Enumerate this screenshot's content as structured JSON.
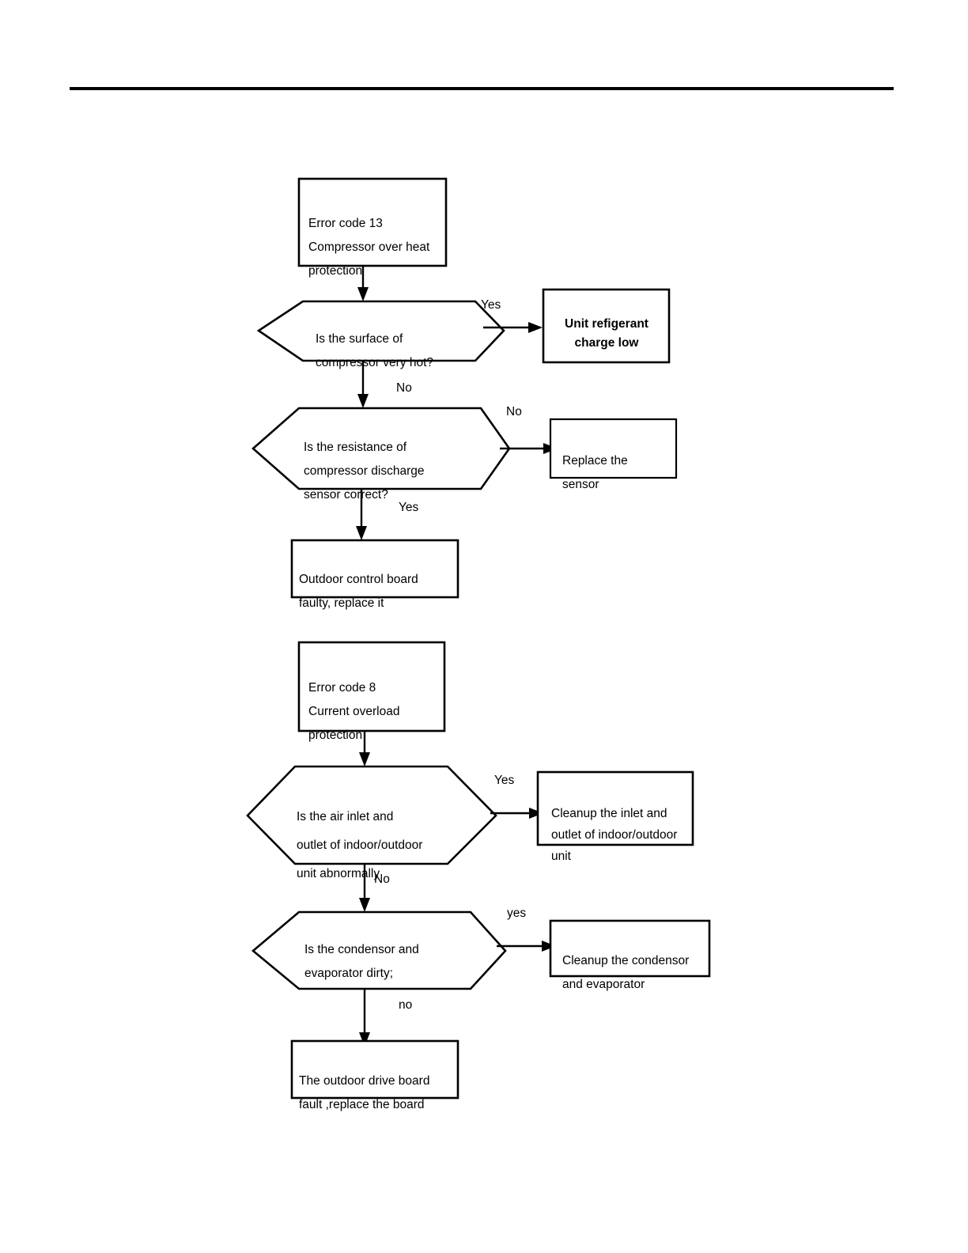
{
  "document": {
    "type": "troubleshooting-flowchart-page",
    "has_top_rule": true
  },
  "chart_data": {
    "type": "flowchart",
    "title": "",
    "flowcharts": [
      {
        "id": "error-code-13",
        "nodes": [
          {
            "id": "start13",
            "shape": "process",
            "lines": [
              "Error code 13",
              "Compressor over heat",
              "protection"
            ],
            "align": "left"
          },
          {
            "id": "dec13a",
            "shape": "decision",
            "lines": [
              "Is   the   surface   of",
              "compressor very hot?"
            ],
            "align": "justify"
          },
          {
            "id": "out13a",
            "shape": "process",
            "lines": [
              "Unit refigerant",
              "charge low"
            ],
            "align": "center",
            "bold": true
          },
          {
            "id": "dec13b",
            "shape": "decision",
            "lines": [
              "Is   the   resistance   of",
              "compressor    discharge",
              "sensor correct?"
            ],
            "align": "justify"
          },
          {
            "id": "out13b",
            "shape": "process",
            "lines": [
              "Replace the",
              "sensor"
            ],
            "align": "left"
          },
          {
            "id": "end13",
            "shape": "process",
            "lines": [
              "Outdoor    control    board",
              "faulty, replace it"
            ],
            "align": "justify"
          }
        ],
        "edges": [
          {
            "from": "start13",
            "to": "dec13a",
            "label": ""
          },
          {
            "from": "dec13a",
            "to": "out13a",
            "label": "Yes"
          },
          {
            "from": "dec13a",
            "to": "dec13b",
            "label": "No"
          },
          {
            "from": "dec13b",
            "to": "out13b",
            "label": "No"
          },
          {
            "from": "dec13b",
            "to": "end13",
            "label": "Yes"
          }
        ]
      },
      {
        "id": "error-code-8",
        "nodes": [
          {
            "id": "start8",
            "shape": "process",
            "lines": [
              "Error code 8",
              "Current overload",
              "protection"
            ],
            "align": "left"
          },
          {
            "id": "dec8a",
            "shape": "decision",
            "lines": [
              "Is the air inlet and",
              "outlet of indoor/outdoor",
              "unit abnormally"
            ],
            "align": "left"
          },
          {
            "id": "out8a",
            "shape": "process",
            "lines": [
              "Cleanup the inlet and",
              "outlet of indoor/outdoor",
              "unit"
            ],
            "align": "left"
          },
          {
            "id": "dec8b",
            "shape": "decision",
            "lines": [
              "Is   the   condensor   and",
              "evaporator dirty;"
            ],
            "align": "justify"
          },
          {
            "id": "out8b",
            "shape": "process",
            "lines": [
              "Cleanup the condensor",
              "and evaporator"
            ],
            "align": "left"
          },
          {
            "id": "end8",
            "shape": "process",
            "lines": [
              "The  outdoor  drive  board",
              "fault ,replace the board"
            ],
            "align": "justify"
          }
        ],
        "edges": [
          {
            "from": "start8",
            "to": "dec8a",
            "label": ""
          },
          {
            "from": "dec8a",
            "to": "out8a",
            "label": "Yes"
          },
          {
            "from": "dec8a",
            "to": "dec8b",
            "label": "No"
          },
          {
            "from": "dec8b",
            "to": "out8b",
            "label": "yes"
          },
          {
            "from": "dec8b",
            "to": "end8",
            "label": "no"
          }
        ]
      }
    ],
    "colors": {
      "stroke": "#000000",
      "fill": "#ffffff",
      "text": "#000000"
    }
  },
  "nodes": {
    "start13": {
      "l1": "Error code 13",
      "l2": "Compressor over heat",
      "l3": "protection"
    },
    "dec13a": {
      "l1": "Is   the   surface   of",
      "l2": "compressor very hot?"
    },
    "out13a": {
      "l1": "Unit refigerant",
      "l2": "charge low"
    },
    "dec13b": {
      "l1": "Is   the   resistance   of",
      "l2": "compressor    discharge",
      "l3": "sensor correct?"
    },
    "out13b": {
      "l1": "Replace the",
      "l2": "sensor"
    },
    "end13": {
      "l1": "Outdoor    control    board",
      "l2": "faulty, replace it"
    },
    "start8": {
      "l1": "Error code 8",
      "l2": "Current overload",
      "l3": "protection"
    },
    "dec8a": {
      "l1": "Is the air inlet and",
      "l2": "outlet of indoor/outdoor",
      "l3": "unit abnormally"
    },
    "out8a": {
      "l1": "Cleanup the inlet and",
      "l2": "outlet of indoor/outdoor",
      "l3": "unit"
    },
    "dec8b": {
      "l1": "Is   the   condensor   and",
      "l2": "evaporator dirty;"
    },
    "out8b": {
      "l1": "Cleanup the condensor",
      "l2": "and evaporator"
    },
    "end8": {
      "l1": "The  outdoor  drive  board",
      "l2": "fault ,replace the board"
    }
  },
  "labels": {
    "yes13a": "Yes",
    "no13a": "No",
    "no13b": "No",
    "yes13b": "Yes",
    "yes8a": "Yes",
    "no8a": "No",
    "yes8b": "yes",
    "no8b": "no"
  }
}
